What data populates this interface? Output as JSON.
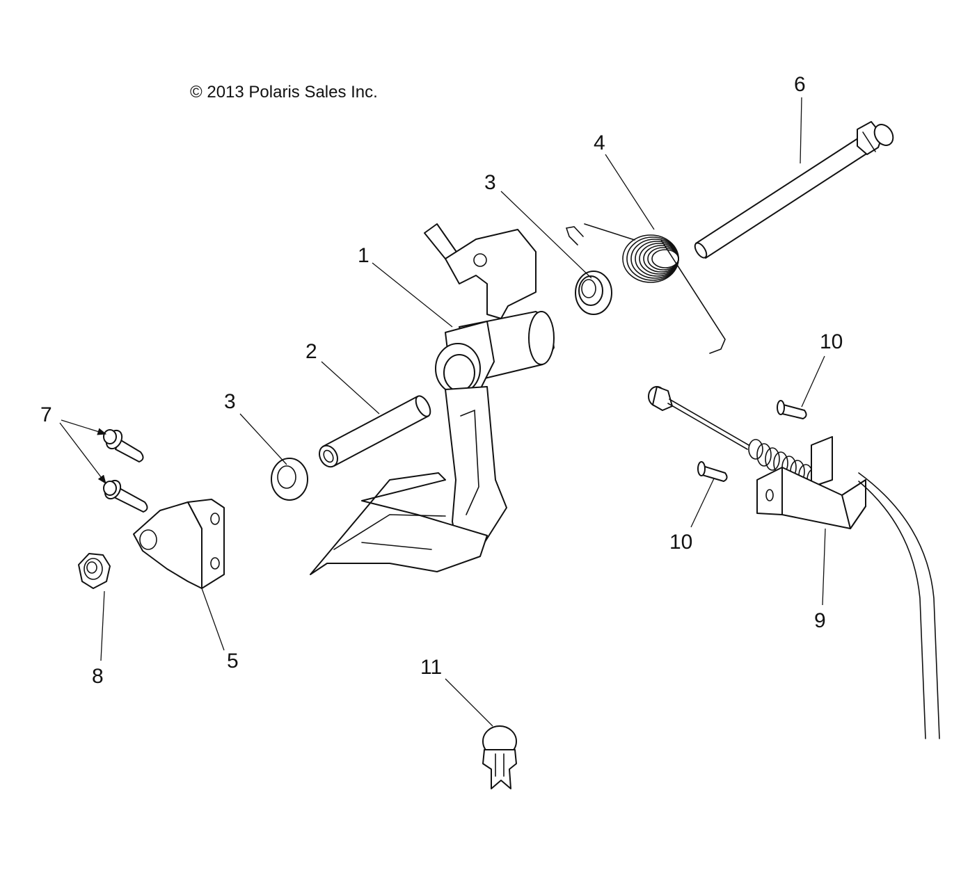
{
  "copyright": "© 2013 Polaris Sales Inc.",
  "callouts": [
    "1",
    "2",
    "3",
    "3",
    "4",
    "5",
    "6",
    "7",
    "8",
    "9",
    "10",
    "10",
    "11"
  ]
}
